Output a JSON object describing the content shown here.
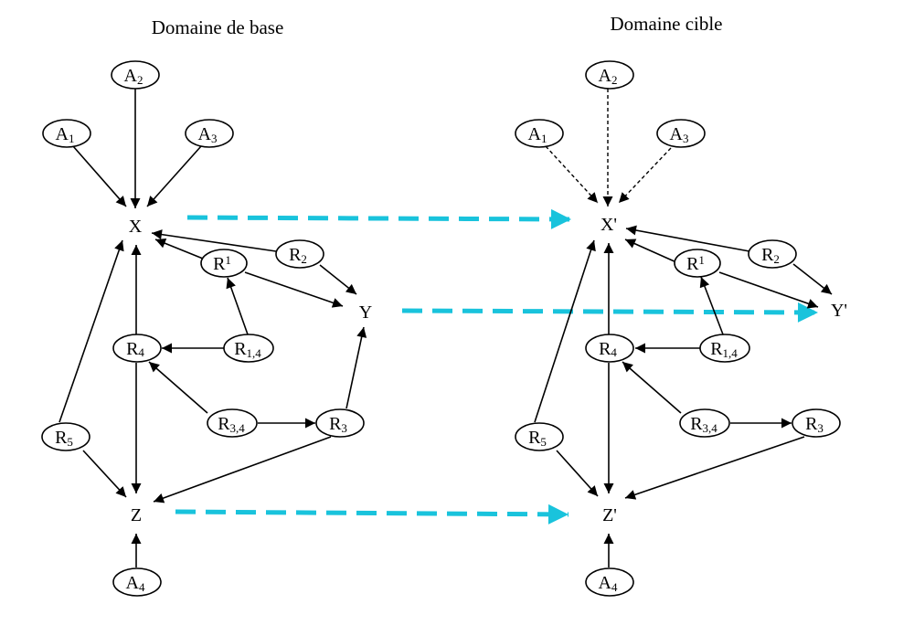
{
  "titles": {
    "base": "Domaine de base",
    "target": "Domaine cible"
  },
  "base": {
    "X": "X",
    "Y": "Y",
    "Z": "Z",
    "A1": {
      "main": "A",
      "sub": "1"
    },
    "A2": {
      "main": "A",
      "sub": "2"
    },
    "A3": {
      "main": "A",
      "sub": "3"
    },
    "A4": {
      "main": "A",
      "sub": "4"
    },
    "R1": {
      "main": "R",
      "sub": "1"
    },
    "R2": {
      "main": "R",
      "sub": "2"
    },
    "R3": {
      "main": "R",
      "sub": "3"
    },
    "R4": {
      "main": "R",
      "sub": "4"
    },
    "R5": {
      "main": "R",
      "sub": "5"
    },
    "R14": {
      "main": "R",
      "sub": "1,4"
    },
    "R34": {
      "main": "R",
      "sub": "3,4"
    }
  },
  "target": {
    "X": "X'",
    "Y": "Y'",
    "Z": "Z'",
    "A1": {
      "main": "A",
      "sub": "1"
    },
    "A2": {
      "main": "A",
      "sub": "2"
    },
    "A3": {
      "main": "A",
      "sub": "3"
    },
    "A4": {
      "main": "A",
      "sub": "4"
    },
    "R1": {
      "main": "R",
      "sub": "1"
    },
    "R2": {
      "main": "R",
      "sub": "2"
    },
    "R3": {
      "main": "R",
      "sub": "3"
    },
    "R4": {
      "main": "R",
      "sub": "4"
    },
    "R5": {
      "main": "R",
      "sub": "5"
    },
    "R14": {
      "main": "R",
      "sub": "1,4"
    },
    "R34": {
      "main": "R",
      "sub": "3,4"
    }
  },
  "colors": {
    "mapping_arrow": "#19c3dc",
    "ink": "#000000"
  }
}
